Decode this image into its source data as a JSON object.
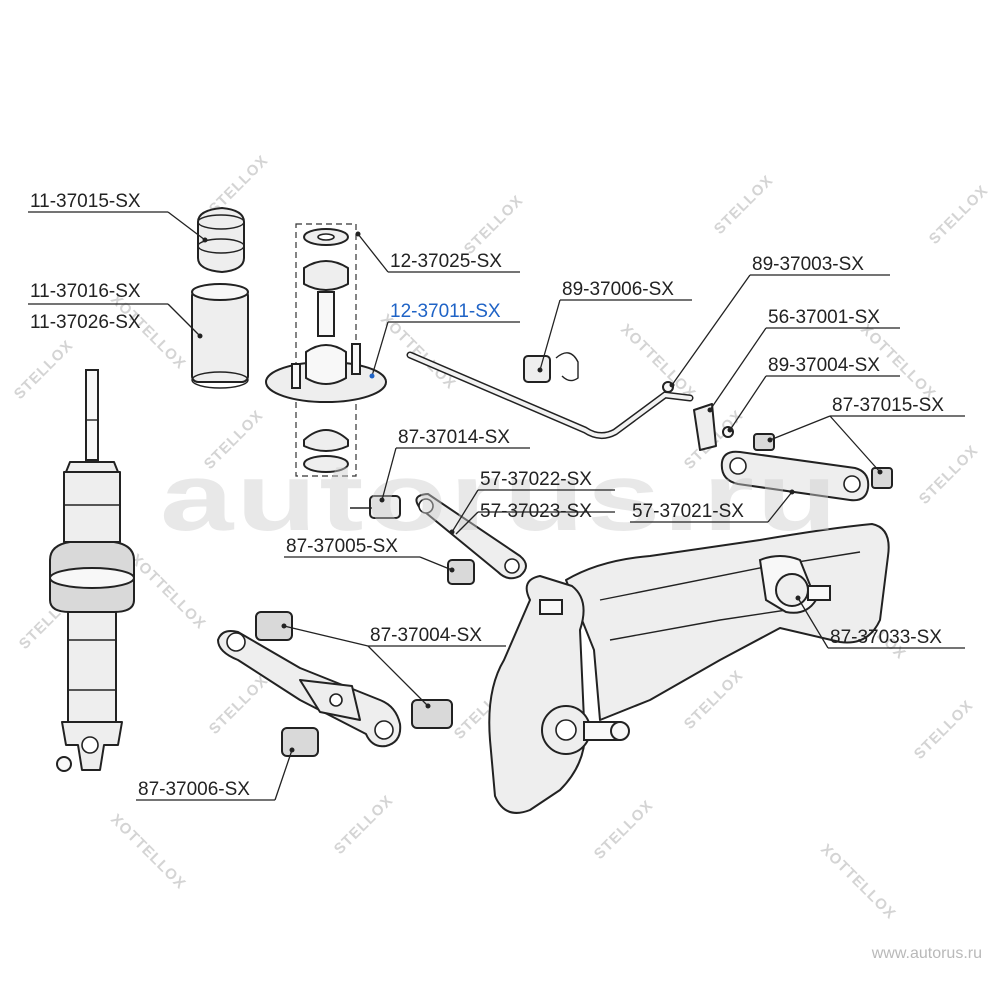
{
  "watermark": {
    "brand_a": "STELLOX",
    "brand_b": "XOTTELLOX",
    "site": "autorus.ru",
    "url": "www.autorus.ru"
  },
  "colors": {
    "ink": "#222222",
    "highlight": "#1f63c6",
    "watermark": "#cccccc"
  },
  "labels": {
    "p11_37015": "11-37015-SX",
    "p11_37016": "11-37016-SX",
    "p11_37026": "11-37026-SX",
    "p12_37025": "12-37025-SX",
    "p12_37011": "12-37011-SX",
    "p89_37006": "89-37006-SX",
    "p89_37003": "89-37003-SX",
    "p56_37001": "56-37001-SX",
    "p89_37004": "89-37004-SX",
    "p87_37015": "87-37015-SX",
    "p87_37014": "87-37014-SX",
    "p57_37022": "57-37022-SX",
    "p57_37023": "57-37023-SX",
    "p57_37021": "57-37021-SX",
    "p87_37005": "87-37005-SX",
    "p87_37004": "87-37004-SX",
    "p87_37033": "87-37033-SX",
    "p87_37006": "87-37006-SX"
  }
}
